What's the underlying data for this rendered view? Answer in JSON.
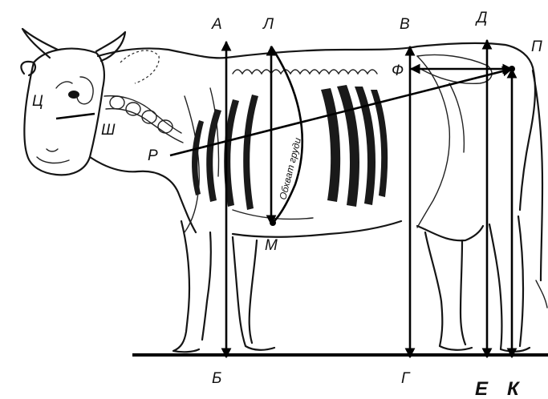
{
  "figure": {
    "labels": {
      "A": "А",
      "L": "Л",
      "V": "В",
      "D": "Д",
      "P": "П",
      "F": "Ф",
      "Ts": "Ц",
      "Sh": "Ш",
      "R": "Р",
      "M": "М",
      "B": "Б",
      "G": "Г",
      "E": "Е",
      "K": "К"
    },
    "tape_text": "Обхват груди"
  }
}
